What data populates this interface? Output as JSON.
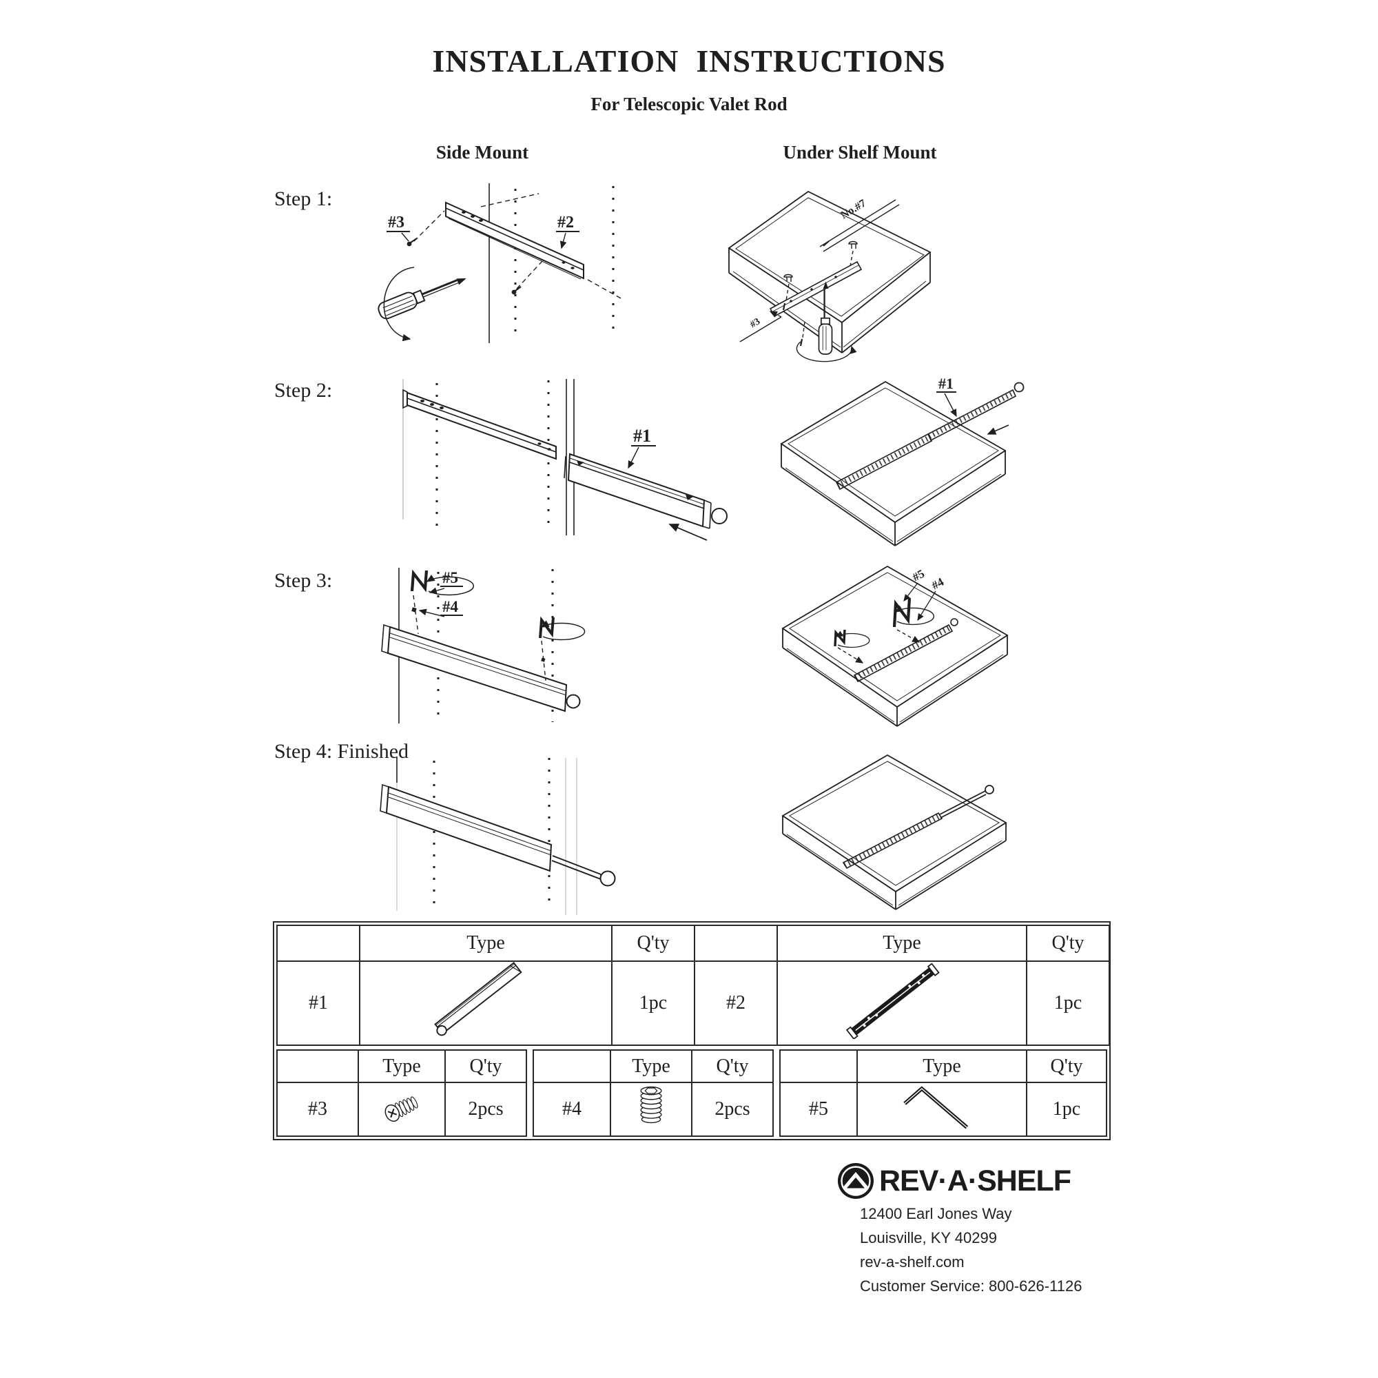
{
  "header": {
    "title": "INSTALLATION  INSTRUCTIONS",
    "subtitle": "For Telescopic Valet Rod"
  },
  "columns": {
    "side_mount": "Side Mount",
    "under_shelf_mount": "Under Shelf Mount"
  },
  "steps": [
    {
      "label": "Step 1:"
    },
    {
      "label": "Step 2:"
    },
    {
      "label": "Step 3:"
    },
    {
      "label": "Step 4: Finished"
    }
  ],
  "callouts": {
    "s1_side_p3": "#3",
    "s1_side_p2": "#2",
    "s1_under_note": "No.#7",
    "s1_under_p3": "#3",
    "s2_side_p1": "#1",
    "s2_under_p1": "#1",
    "s3_side_p5": "#5",
    "s3_side_p4": "#4",
    "s3_under_p5": "#5",
    "s3_under_p4": "#4"
  },
  "parts_table": {
    "type_header": "Type",
    "qty_header": "Q'ty",
    "top_rows": [
      {
        "id": "#1",
        "part": "telescopic-valet-rod",
        "qty": "1pc"
      },
      {
        "id": "#2",
        "part": "mounting-rail",
        "qty": "1pc"
      }
    ],
    "bottom_rows": [
      {
        "id": "#3",
        "part": "euro-screw",
        "qty": "2pcs"
      },
      {
        "id": "#4",
        "part": "set-screw",
        "qty": "2pcs"
      },
      {
        "id": "#5",
        "part": "allen-key",
        "qty": "1pc"
      }
    ]
  },
  "footer": {
    "brand": "REV·A·SHELF",
    "address_line1": "12400 Earl Jones Way",
    "address_line2": "Louisville, KY 40299",
    "website": "rev-a-shelf.com",
    "customer_service": "Customer Service: 800-626-1126"
  }
}
